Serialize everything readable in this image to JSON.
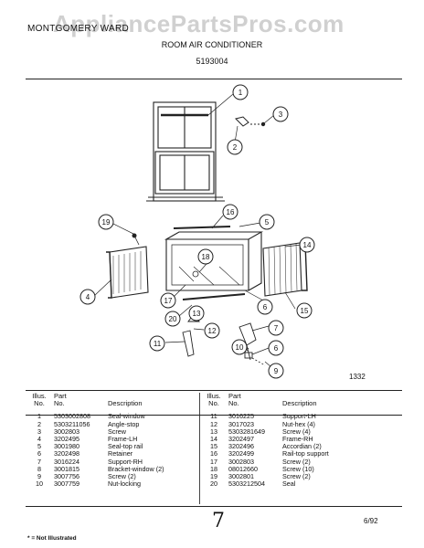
{
  "header": {
    "brand": "MONTGOMERY WARD",
    "watermark": "AppliancePartsPros.com",
    "title": "ROOM AIR CONDITIONER",
    "model": "5193004"
  },
  "diagram": {
    "callouts": [
      "1",
      "2",
      "3",
      "16",
      "5",
      "19",
      "14",
      "4",
      "18",
      "17",
      "6",
      "15",
      "20",
      "13",
      "12",
      "7",
      "11",
      "10",
      "6",
      "9"
    ],
    "figure_code": "1332"
  },
  "table": {
    "headers": {
      "illus_top": "Illus.",
      "illus_bottom": "No.",
      "part_top": "Part",
      "part_bottom": "No.",
      "description": "Description"
    },
    "left_rows": [
      {
        "no": "1",
        "part": "5303002808",
        "desc": "Seal-window"
      },
      {
        "no": "2",
        "part": "5303211056",
        "desc": "Angle-stop"
      },
      {
        "no": "3",
        "part": "3002803",
        "desc": "Screw"
      },
      {
        "no": "4",
        "part": "3202495",
        "desc": "Frame-LH"
      },
      {
        "no": "5",
        "part": "3001980",
        "desc": "Seal-top rail"
      },
      {
        "no": "6",
        "part": "3202498",
        "desc": "Retainer"
      },
      {
        "no": "7",
        "part": "3016224",
        "desc": "Support-RH"
      },
      {
        "no": "8",
        "part": "3001815",
        "desc": "Bracket-window (2)"
      },
      {
        "no": "9",
        "part": "3007756",
        "desc": "Screw (2)"
      },
      {
        "no": "10",
        "part": "3007759",
        "desc": "Nut-locking"
      }
    ],
    "right_rows": [
      {
        "no": "11",
        "part": "3016225",
        "desc": "Support-LH"
      },
      {
        "no": "12",
        "part": "3017023",
        "desc": "Nut-hex (4)"
      },
      {
        "no": "13",
        "part": "5303281649",
        "desc": "Screw (4)"
      },
      {
        "no": "14",
        "part": "3202497",
        "desc": "Frame-RH"
      },
      {
        "no": "15",
        "part": "3202496",
        "desc": "Accordian (2)"
      },
      {
        "no": "16",
        "part": "3202499",
        "desc": "Rail-top support"
      },
      {
        "no": "17",
        "part": "3002803",
        "desc": "Screw (2)"
      },
      {
        "no": "18",
        "part": "08012660",
        "desc": "Screw (10)"
      },
      {
        "no": "19",
        "part": "3002801",
        "desc": "Screw (2)"
      },
      {
        "no": "20",
        "part": "5303212504",
        "desc": "Seal"
      }
    ]
  },
  "footer": {
    "note": "* = Not Illustrated",
    "date": "6/92",
    "mark": "7"
  }
}
